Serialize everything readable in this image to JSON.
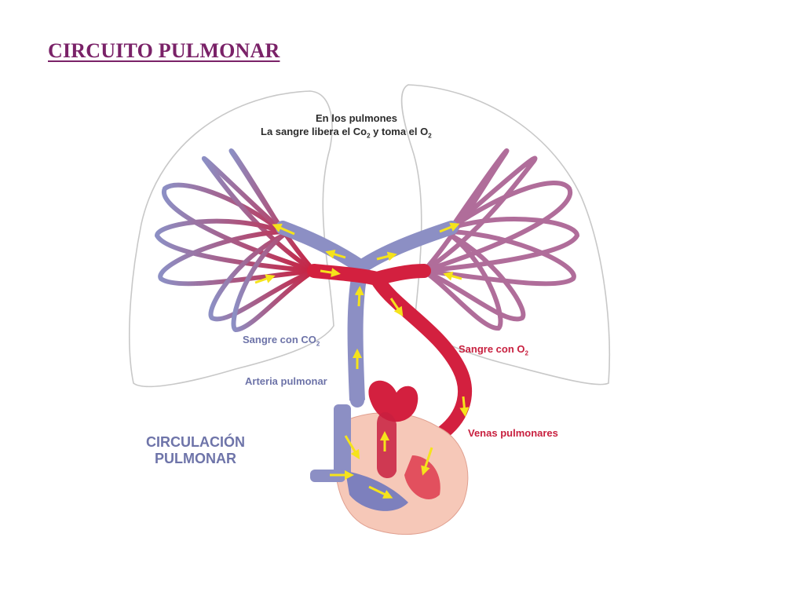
{
  "title": "CIRCUITO PULMONAR",
  "diagram": {
    "top_note_line1": "En los pulmones",
    "top_note_line2_pre": "La sangre libera el Co",
    "top_note_line2_sub1": "2",
    "top_note_line2_mid": " y toma el O",
    "top_note_line2_sub2": "2",
    "co2_label_pre": "Sangre con CO",
    "co2_label_sub": "2",
    "artery_label": "Arteria pulmonar",
    "o2_label_pre": "Sangre con O",
    "o2_label_sub": "2",
    "veins_label": "Venas pulmonares",
    "circulation_title_line1": "CIRCULACIÓN",
    "circulation_title_line2": "PULMONAR"
  },
  "colors": {
    "title": "#7a2268",
    "deoxygenated_blood": "#8c8fc4",
    "oxygenated_blood": "#d3203f",
    "arrows": "#f5e31b",
    "lung_outline": "#c8c8c8",
    "heart_tissue": "#f6c8b8"
  }
}
